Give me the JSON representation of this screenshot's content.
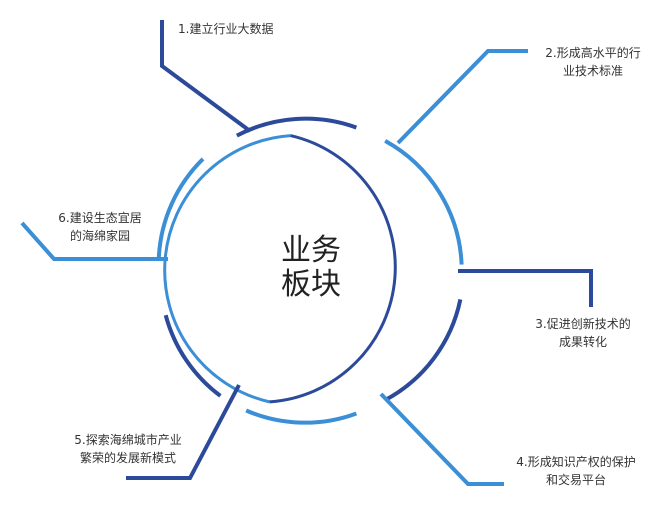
{
  "center": {
    "line1": "业务",
    "line2": "板块"
  },
  "items": [
    {
      "line1": "1.建立行业大数据",
      "line2": ""
    },
    {
      "line1": "2.形成高水平的行",
      "line2": "业技术标准"
    },
    {
      "line1": "3.促进创新技术的",
      "line2": "成果转化"
    },
    {
      "line1": "4.形成知识产权的保护",
      "line2": "和交易平台"
    },
    {
      "line1": "5.探索海绵城市产业",
      "line2": "繁荣的发展新模式"
    },
    {
      "line1": "6.建设生态宜居",
      "line2": "的海绵家园"
    }
  ],
  "colors": {
    "dark_blue": "#2c4a9a",
    "light_blue": "#3b8fd6",
    "text": "#333333"
  }
}
